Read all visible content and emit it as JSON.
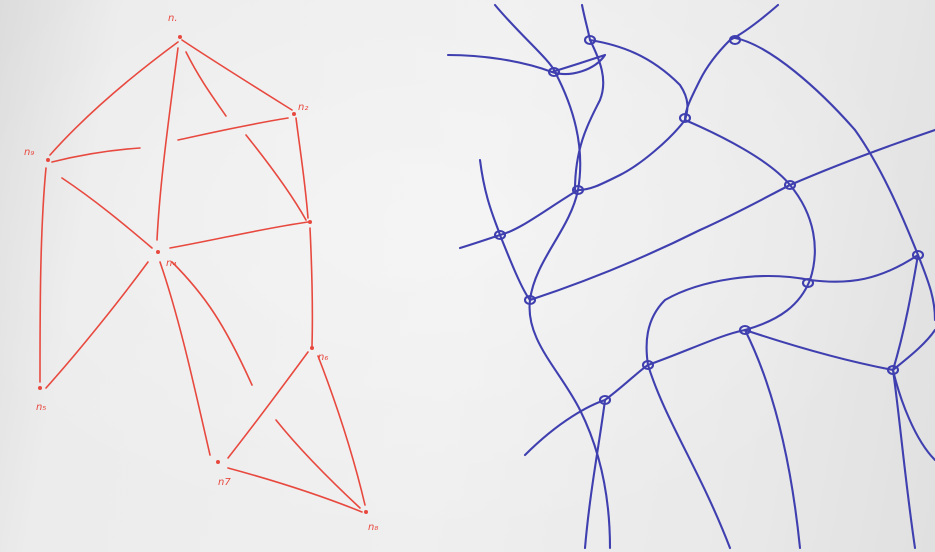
{
  "colors": {
    "red_ink": "#e8493f",
    "blue_ink": "#3f3fb0",
    "paper": "#ececec"
  },
  "graph": {
    "nodes": [
      {
        "id": "n1",
        "label": "n."
      },
      {
        "id": "n2",
        "label": "n₂"
      },
      {
        "id": "n3",
        "label": ""
      },
      {
        "id": "n4",
        "label": "n₄"
      },
      {
        "id": "n5",
        "label": "n₅"
      },
      {
        "id": "n6",
        "label": "n₆"
      },
      {
        "id": "n7",
        "label": "n7"
      },
      {
        "id": "n8",
        "label": "n₈"
      },
      {
        "id": "n9",
        "label": "n₉"
      },
      {
        "id": "n10",
        "label": ""
      }
    ]
  }
}
